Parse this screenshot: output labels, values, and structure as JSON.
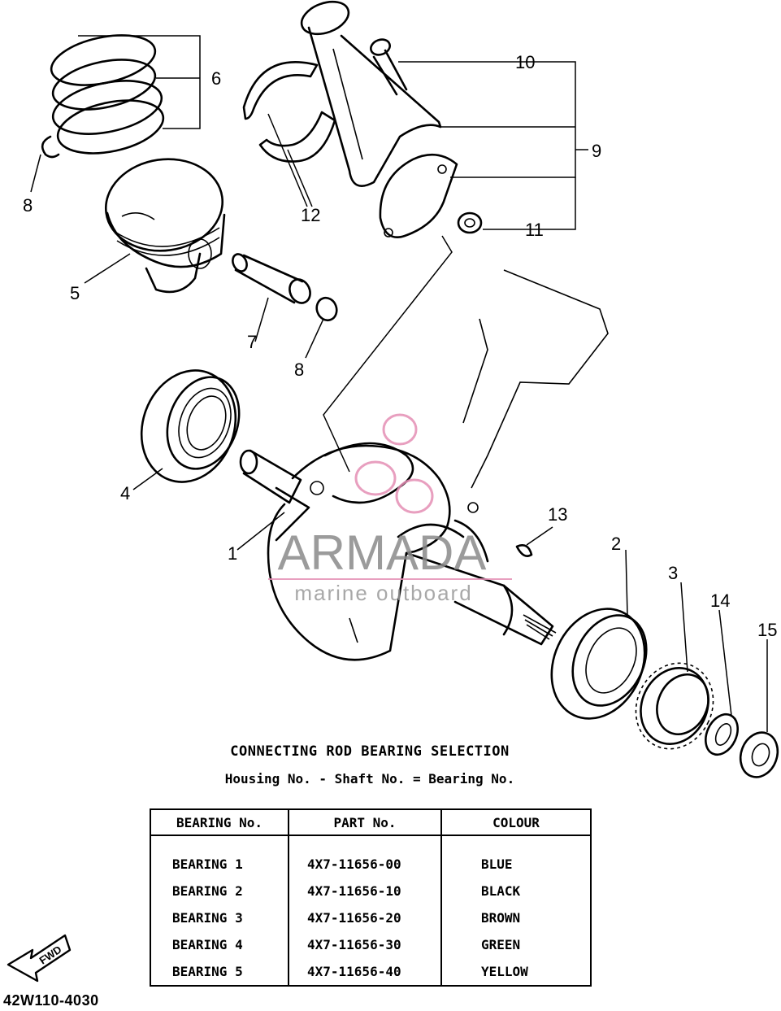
{
  "callouts": [
    "1",
    "2",
    "3",
    "4",
    "5",
    "6",
    "7",
    "8",
    "8",
    "9",
    "10",
    "11",
    "12",
    "13",
    "14",
    "15"
  ],
  "watermark": {
    "name": "ARMADA",
    "tagline": "marine outboard",
    "accent": "#e58fb5"
  },
  "selection": {
    "title": "CONNECTING ROD BEARING SELECTION",
    "formula": "Housing No. - Shaft No. = Bearing No.",
    "headers": [
      "BEARING No.",
      "PART No.",
      "COLOUR"
    ],
    "rows": [
      {
        "bearing": "BEARING  1",
        "part": "4X7-11656-00",
        "colour": "BLUE"
      },
      {
        "bearing": "BEARING  2",
        "part": "4X7-11656-10",
        "colour": "BLACK"
      },
      {
        "bearing": "BEARING  3",
        "part": "4X7-11656-20",
        "colour": "BROWN"
      },
      {
        "bearing": "BEARING  4",
        "part": "4X7-11656-30",
        "colour": "GREEN"
      },
      {
        "bearing": "BEARING  5",
        "part": "4X7-11656-40",
        "colour": "YELLOW"
      }
    ]
  },
  "fwd_label": "FWD",
  "diagram_code": "42W110-4030"
}
